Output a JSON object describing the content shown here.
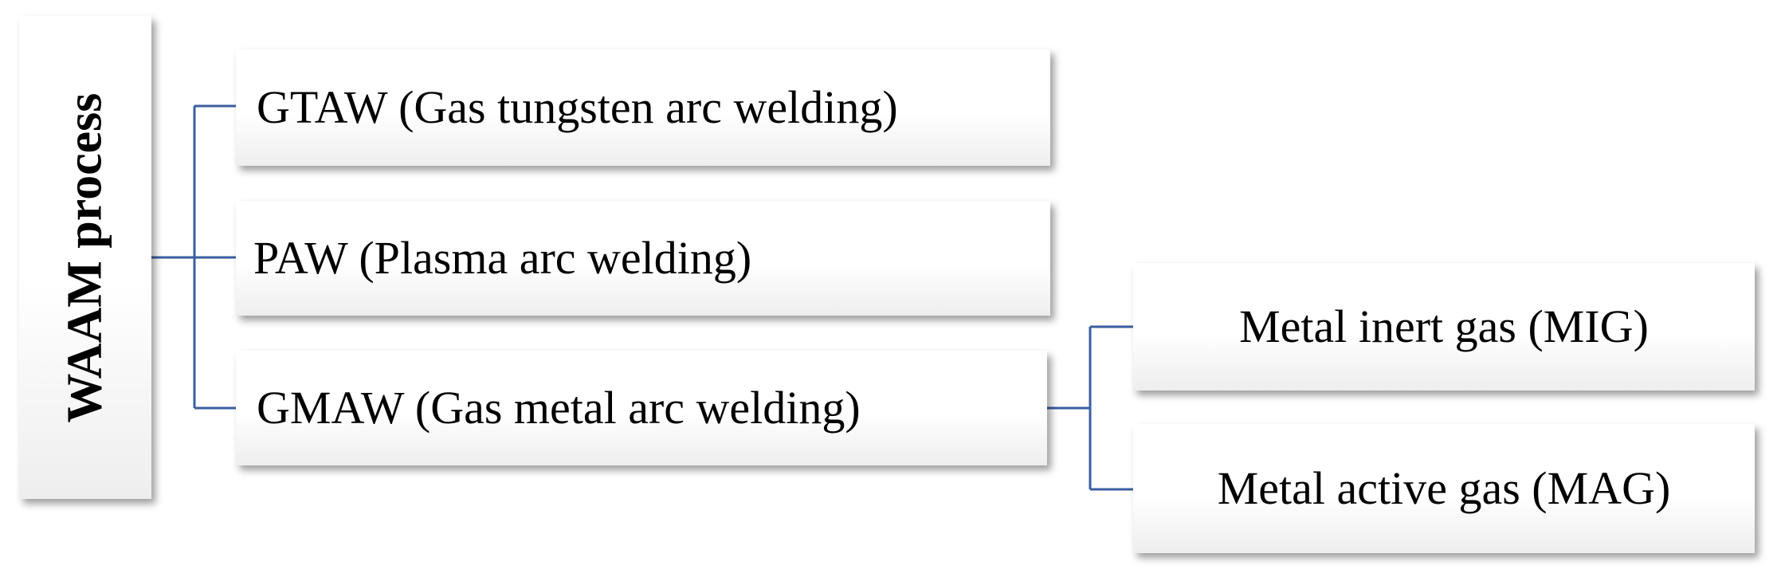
{
  "root": {
    "label": "WAAM process"
  },
  "processes": [
    {
      "label": "GTAW (Gas tungsten arc welding)"
    },
    {
      "label": "PAW (Plasma arc welding)"
    },
    {
      "label": "GMAW (Gas metal arc welding)"
    }
  ],
  "gmaw_variants": [
    {
      "label": "Metal inert gas (MIG)"
    },
    {
      "label": "Metal active gas (MAG)"
    }
  ],
  "colors": {
    "connector": "#3a5fa0",
    "box_shadow": "#9a9a9a"
  }
}
